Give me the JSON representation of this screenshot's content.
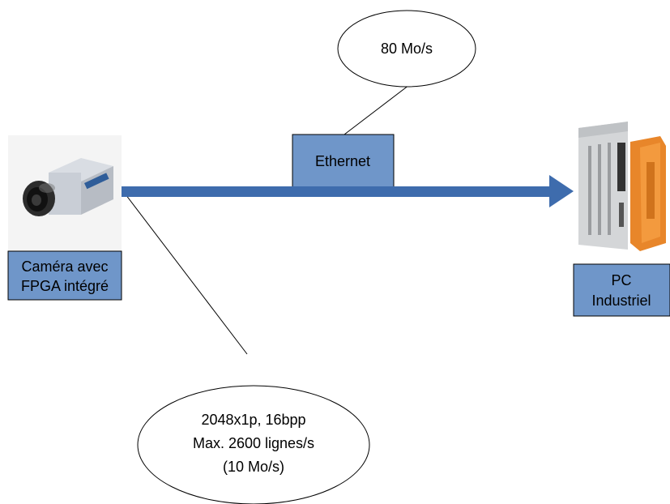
{
  "camera": {
    "label_line1": "Caméra avec",
    "label_line2": "FPGA intégré"
  },
  "pc": {
    "label_line1": "PC",
    "label_line2": "Industriel"
  },
  "link": {
    "label": "Ethernet",
    "bandwidth": "80 Mo/s"
  },
  "camera_spec": {
    "line1": "2048x1p, 16bpp",
    "line2": "Max. 2600 lignes/s",
    "line3": "(10 Mo/s)"
  },
  "colors": {
    "arrow": "#3e6cad",
    "label_box": "#6f96c9",
    "pc_accent": "#e8862a"
  }
}
